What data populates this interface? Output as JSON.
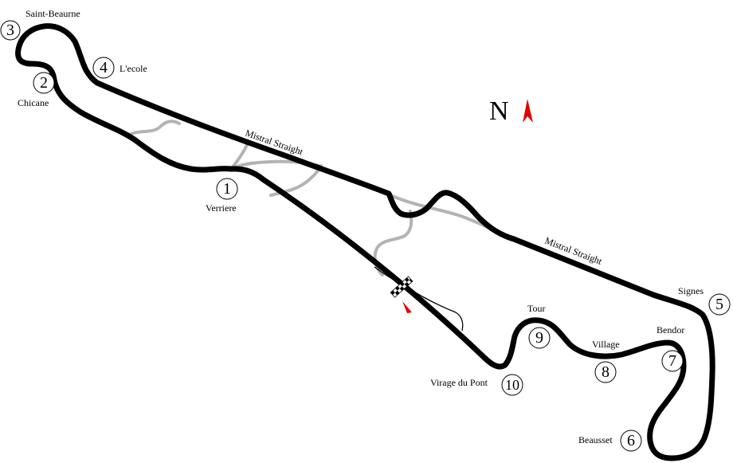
{
  "colors": {
    "track": "#000000",
    "alt_track": "#b3b3b3",
    "arrow": "#e00000"
  },
  "compass": {
    "letter": "N"
  },
  "straights": [
    "Mistral Straight",
    "Mistral Straight"
  ],
  "corners": [
    {
      "number": "1",
      "name": "Verriere"
    },
    {
      "number": "2",
      "name": "Chicane"
    },
    {
      "number": "3",
      "name": "Saint-Beaurne"
    },
    {
      "number": "4",
      "name": "L'ecole"
    },
    {
      "number": "5",
      "name": "Signes"
    },
    {
      "number": "6",
      "name": "Beausset"
    },
    {
      "number": "7",
      "name": "Bendor"
    },
    {
      "number": "8",
      "name": "Village"
    },
    {
      "number": "9",
      "name": "Tour"
    },
    {
      "number": "10",
      "name": "Virage du Pont"
    }
  ]
}
